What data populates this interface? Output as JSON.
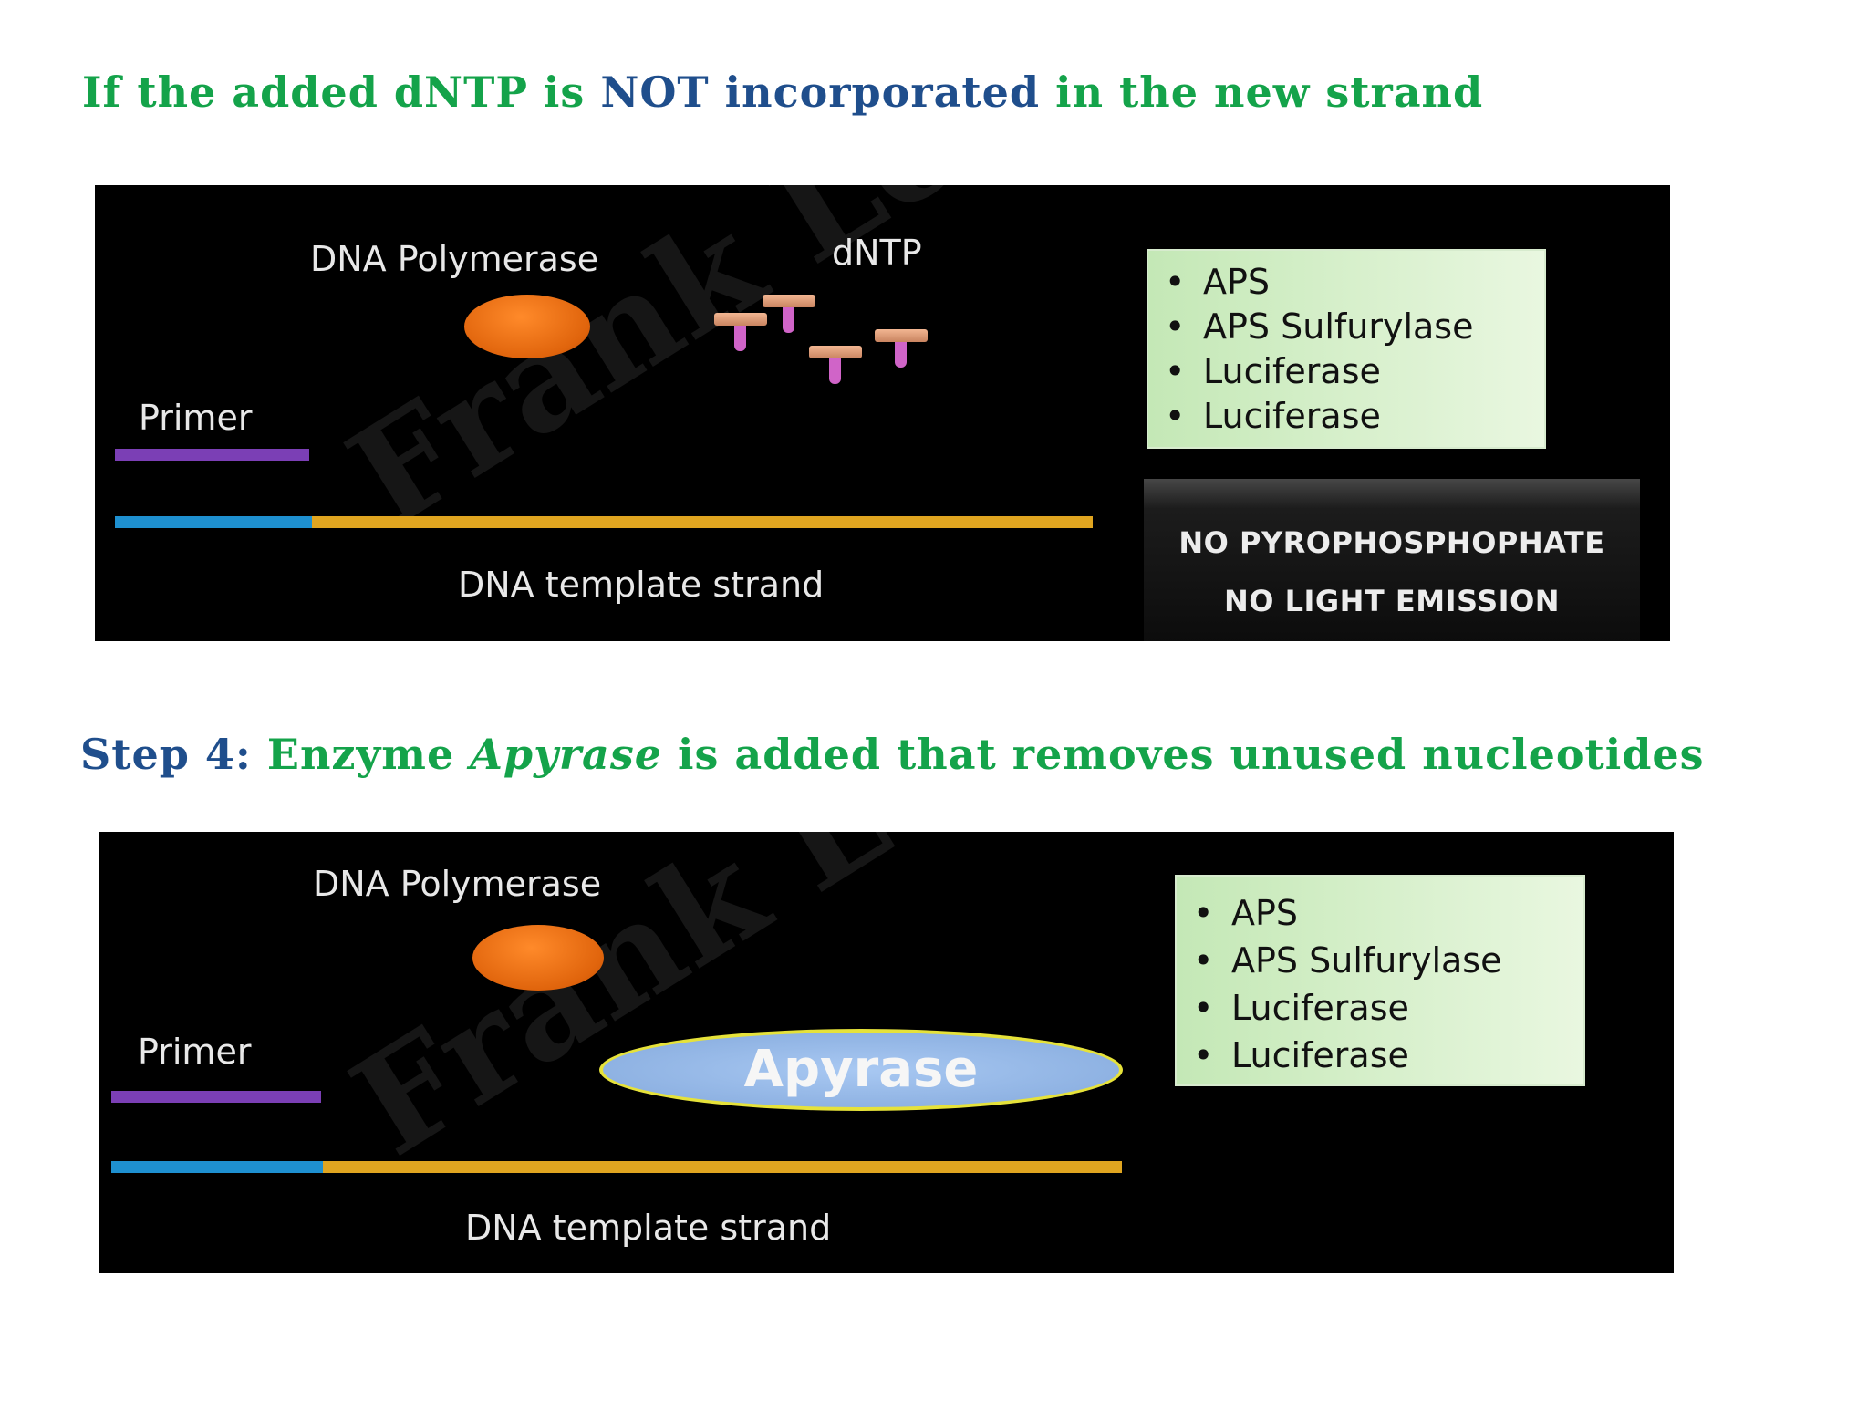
{
  "heading1": {
    "part1": "If the added dNTP is ",
    "part2": "NOT incorporated",
    "part3": " in the new strand"
  },
  "panel1": {
    "watermark": "Frank Lectures",
    "polymerase_label": "DNA Polymerase",
    "dntp_label": "dNTP",
    "primer_label": "Primer",
    "template_label": "DNA template strand",
    "reagents": [
      "APS",
      "APS Sulfurylase",
      "Luciferase",
      "Luciferase"
    ],
    "status": [
      "NO PYROPHOSPHOPHATE",
      "NO LIGHT EMISSION"
    ]
  },
  "heading2": {
    "step": "Step 4:",
    "part1": " Enzyme ",
    "enzyme": "Apyrase",
    "part2": " is added that removes unused nucleotides"
  },
  "panel2": {
    "watermark": "Frank Lectures",
    "polymerase_label": "DNA Polymerase",
    "primer_label": "Primer",
    "apyrase_label": "Apyrase",
    "template_label": "DNA template strand",
    "reagents": [
      "APS",
      "APS Sulfurylase",
      "Luciferase",
      "Luciferase"
    ]
  },
  "colors": {
    "heading_green": "#14a34a",
    "heading_navy": "#1f4e8c",
    "primer": "#7b3fb5",
    "template_primed": "#1e90d0",
    "template": "#e0a520",
    "polymerase": "#e0640c",
    "dntp_base": "#c98460",
    "dntp_stem": "#d064c8",
    "apyrase_fill": "#84a9dc",
    "apyrase_border": "#e6e23a"
  }
}
